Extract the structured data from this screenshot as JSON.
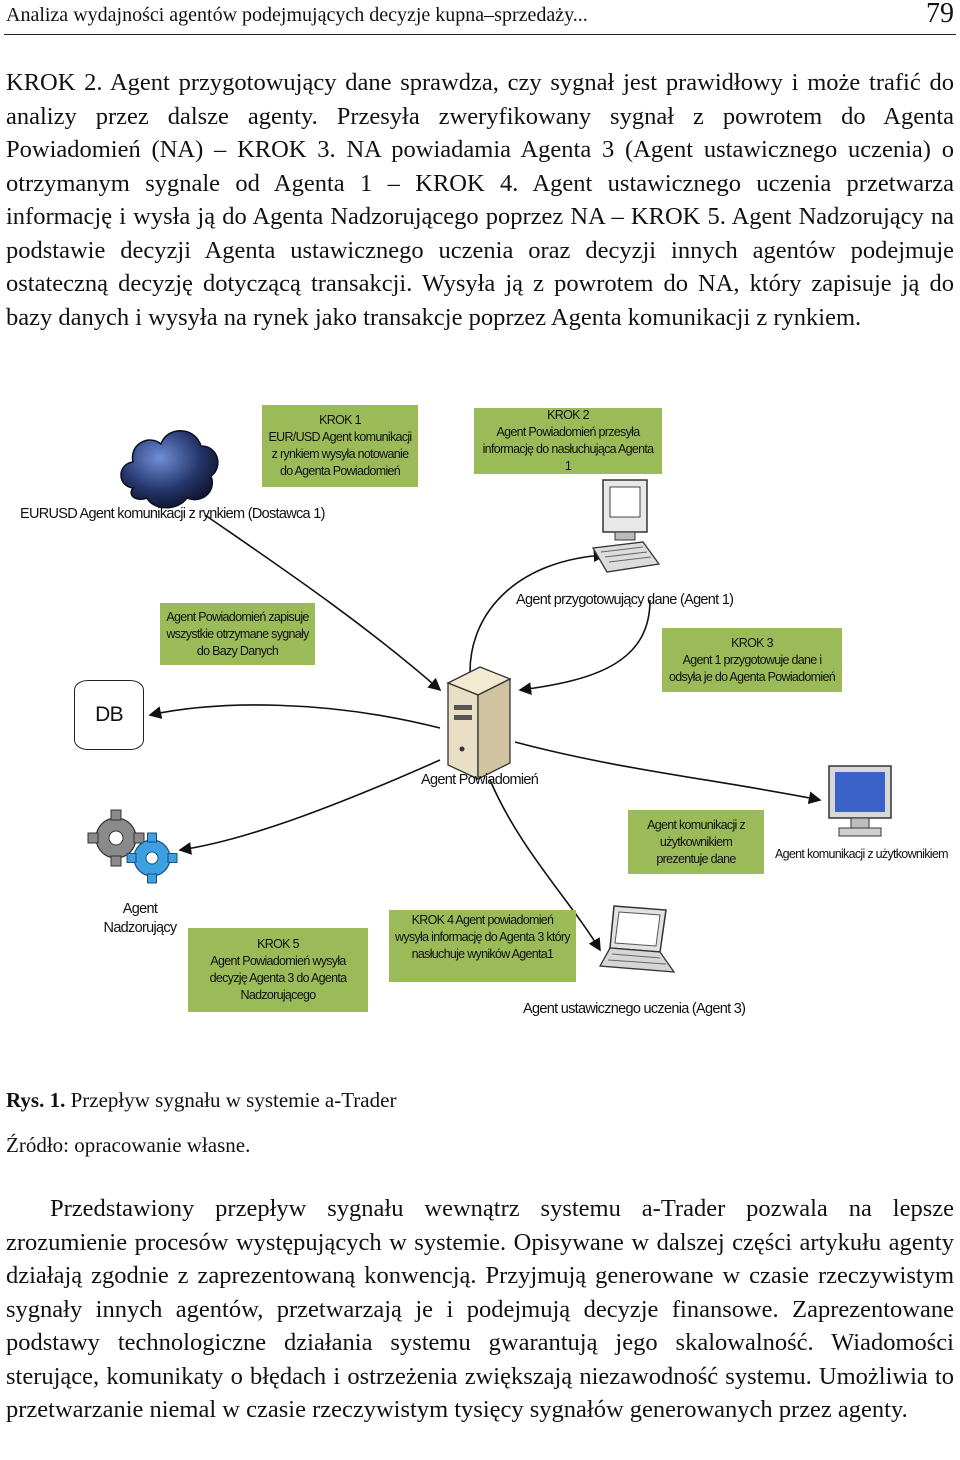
{
  "header": {
    "title": "Analiza wydajności agentów podejmujących decyzje kupna–sprzedaży...",
    "page_number": "79"
  },
  "paragraph1": "KROK 2. Agent przygotowujący dane sprawdza, czy sygnał jest prawidłowy i może trafić do analizy przez dalsze agenty. Przesyła zweryfikowany sygnał z powrotem do Agenta Powiadomień (NA) – KROK 3. NA powiadamia Agenta 3 (Agent ustawicznego uczenia) o otrzymanym sygnale od Agenta 1 – KROK 4. Agent ustawicznego uczenia przetwarza informację i wysła ją do Agenta Nadzorującego poprzez NA – KROK 5. Agent Nadzorujący na podstawie decyzji Agenta ustawicznego uczenia oraz decyzji innych agentów podejmuje ostateczną decyzję dotyczącą transakcji. Wysyła ją z powrotem do NA, który zapisuje ją do bazy danych i wysyła na rynek jako transakcje poprzez Agenta komunikacji z rynkiem.",
  "diagram": {
    "box_color": "#9bbb59",
    "step1": {
      "line1": "KROK 1",
      "line2": "EUR/USD Agent komunikacji z rynkiem wysyła notowanie do Agenta Powiadomień"
    },
    "step2": {
      "line1": "KROK 2",
      "line2": "Agent Powiadomień przesyła informację do nasłuchująca Agenta 1"
    },
    "step3": {
      "line1": "KROK 3",
      "line2": "Agent 1 przygotowuje dane i odsyła je do Agenta Powiadomień"
    },
    "step4": "KROK 4 Agent powiadomień wysyła informację do Agenta 3 który nasłuchuje wyników Agenta1",
    "step5": {
      "line1": "KROK 5",
      "line2": "Agent Powiadomień wysyła decyzję Agenta 3 do Agenta Nadzorującego"
    },
    "save_box": "Agent Powiadomień zapisuje wszystkie otrzymane sygnały do Bazy Danych",
    "users_box": "Agent komunikacji z użytkownikiem prezentuje dane",
    "label_market": "EURUSD Agent komunikacji z rynkiem (Dostawca 1)",
    "label_agent1": "Agent przygotowujący dane (Agent 1)",
    "label_notify": "Agent Powiadomień",
    "label_users": "Agent komunikacji z użytkownikiem",
    "label_supervisor_1": "Agent",
    "label_supervisor_2": "Nadzorujący",
    "label_agent3": "Agent ustawicznego uczenia (Agent 3)",
    "db_label": "DB",
    "icons": [
      "cloud-icon",
      "desktop-computer-icon",
      "server-icon",
      "monitor-icon",
      "gears-icon",
      "laptop-icon",
      "database-icon"
    ]
  },
  "caption": {
    "figure_label": "Rys. 1.",
    "figure_title": " Przepływ sygnału w systemie a-Trader",
    "source": "Źródło: opracowanie własne."
  },
  "paragraph2": "Przedstawiony przepływ sygnału wewnątrz systemu a-Trader pozwala na lepsze zrozumienie procesów występujących w systemie. Opisywane w dalszej części artykułu agenty działają zgodnie z zaprezentowaną konwencją. Przyjmują generowane w czasie rzeczywistym sygnały innych agentów, przetwarzają je i podejmują decyzje finansowe. Zaprezentowane podstawy technologiczne działania systemu gwarantują jego skalowalność. Wiadomości sterujące, komunikaty o błędach i ostrzeżenia zwiększają niezawodność systemu. Umożliwia to przetwarzanie niemal w czasie rzeczywistym tysięcy sygnałów generowanych przez agenty."
}
